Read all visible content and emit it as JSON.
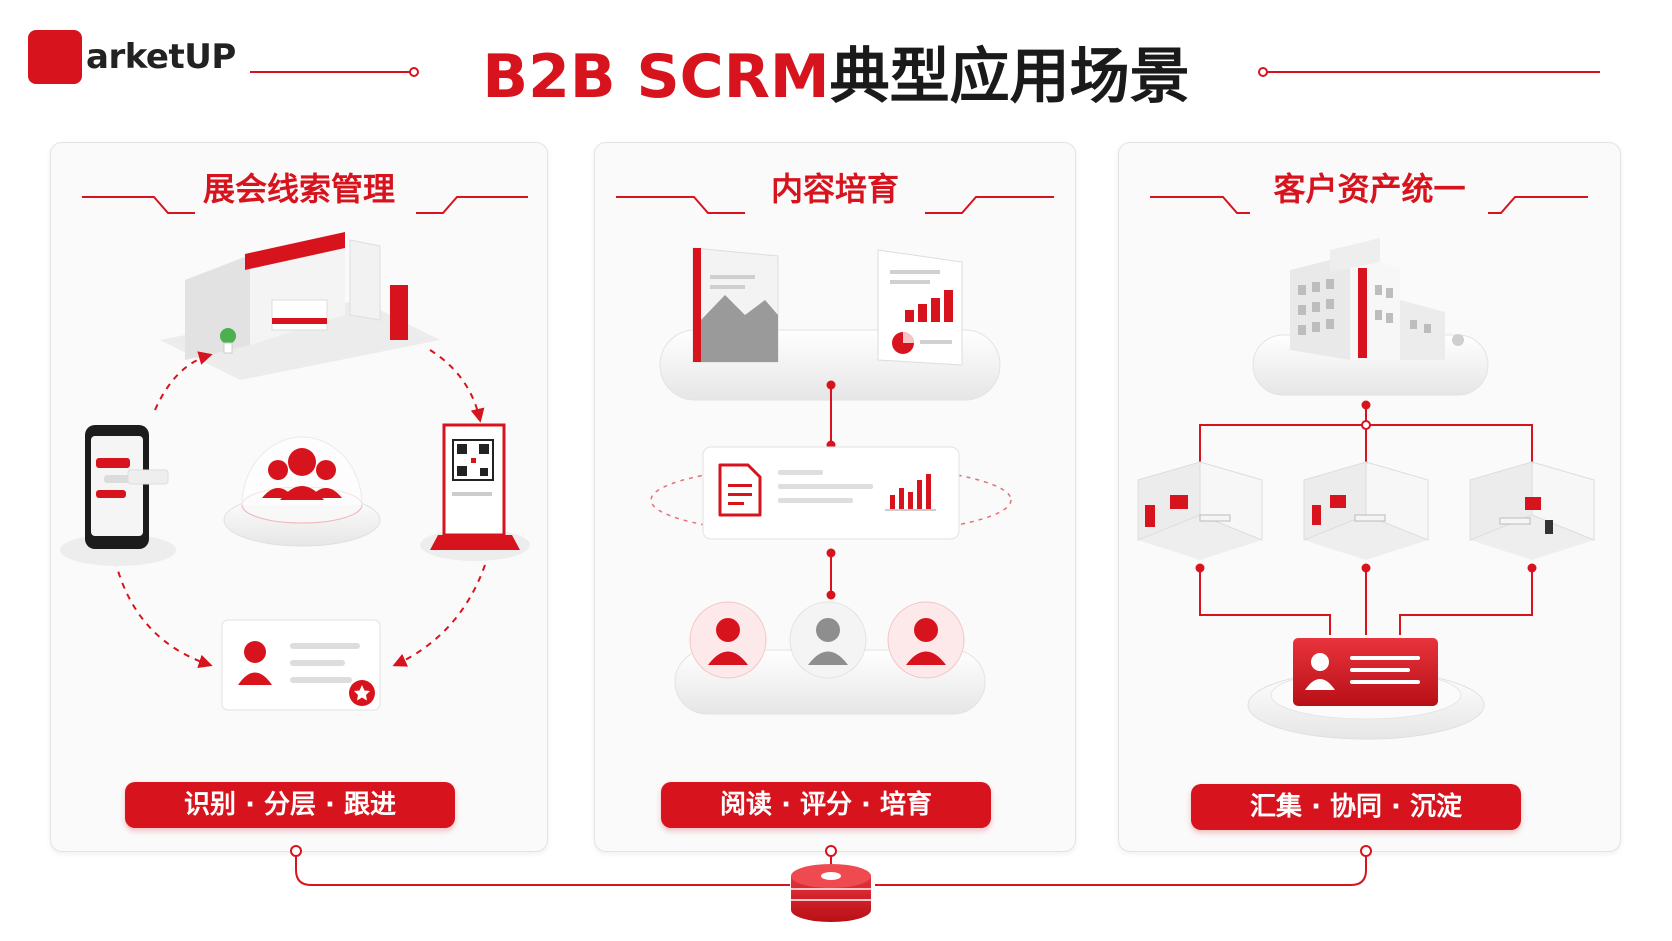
{
  "brand": {
    "logo_text": "arketUP"
  },
  "title": {
    "part1": "B2B SCRM",
    "part2": "典型应用场景"
  },
  "panels": [
    {
      "title": "展会线索管理",
      "pill": "识别 · 分层 · 跟进"
    },
    {
      "title": "内容培育",
      "pill": "阅读 · 评分 · 培育"
    },
    {
      "title": "客户资产统一",
      "pill": "汇集 · 协同 · 沉淀"
    }
  ],
  "colors": {
    "accent": "#d7141d",
    "dark": "#1a1a1a",
    "panel_bg": "#fafafa"
  },
  "icons": {
    "exhibition": "exhibition-booth-icon",
    "phone": "smartphone-chat-icon",
    "qrcode": "qr-code-standee-icon",
    "group": "user-group-icon",
    "contact_card": "contact-card-icon",
    "brochure": "brochure-icon",
    "report": "report-chart-icon",
    "document": "document-icon",
    "bar_chart": "bar-chart-icon",
    "users": "user-avatar-icon",
    "building": "headquarters-building-icon",
    "office": "office-room-icon",
    "customer_profile": "customer-profile-card-icon",
    "database": "database-icon"
  }
}
